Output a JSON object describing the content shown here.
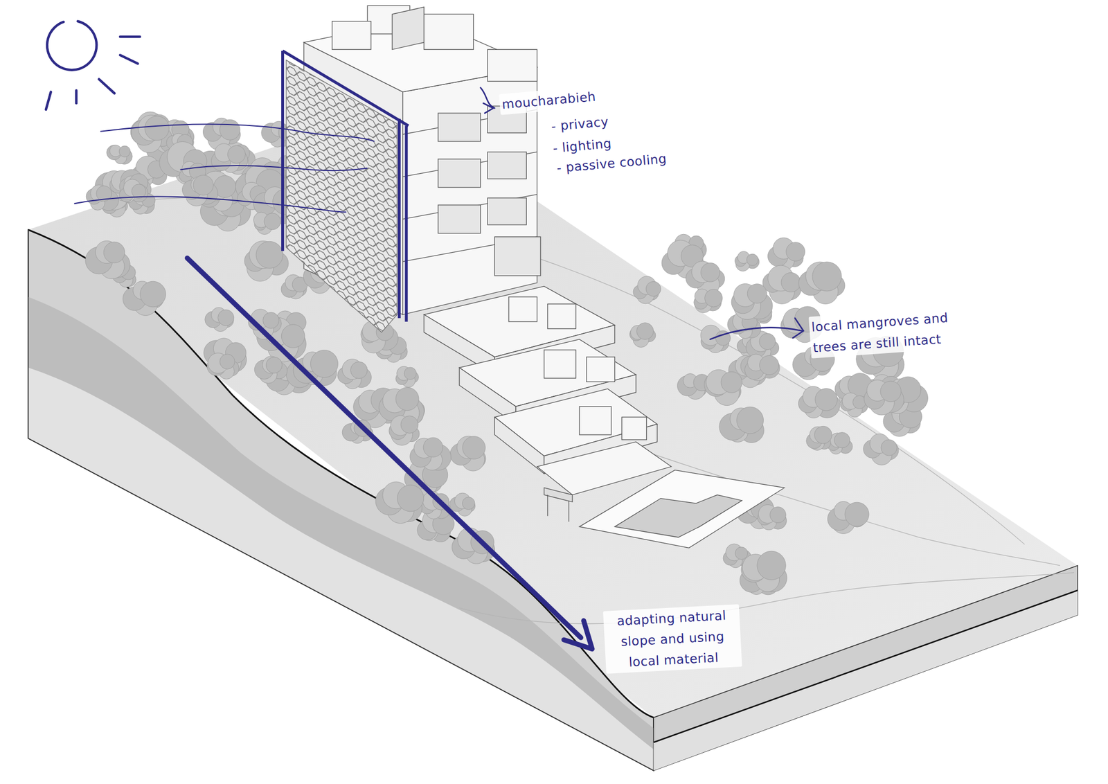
{
  "diagram": {
    "labels": [
      "moucharabieh",
      "- privacy",
      "- lighting",
      "- passive cooling",
      "local mangroves and trees are still intact",
      "adapting natural slope and using local material"
    ]
  }
}
